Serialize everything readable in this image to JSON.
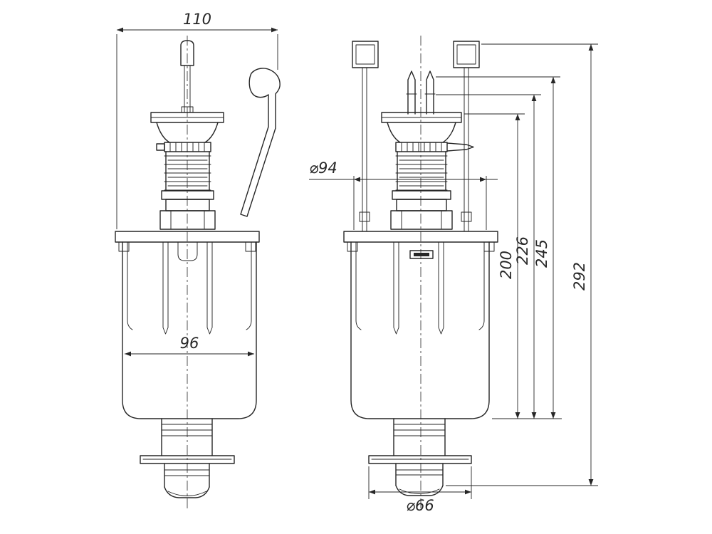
{
  "drawing": {
    "background": "#ffffff",
    "line_color": "#262626",
    "description": "flush-valve two-view technical drawing",
    "dimensions": {
      "width_top": "110",
      "body_width": "96",
      "upper_diameter": "⌀94",
      "outlet_diameter": "⌀66",
      "height_to_cup": "200",
      "height_to_fork": "226",
      "height_to_rod": "245",
      "overall_height": "292"
    }
  }
}
